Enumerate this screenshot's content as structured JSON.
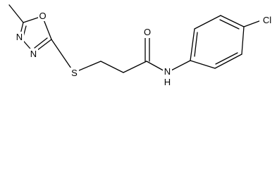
{
  "structure": {
    "colors": {
      "bond": "#000000",
      "background": "#ffffff"
    },
    "atoms": {
      "ring_o": "O",
      "ring_n_upper": "N",
      "ring_n_lower": "N",
      "thioether_s": "S",
      "carbonyl_o": "O",
      "amide_n": "N",
      "amide_h": "H",
      "chlorine": "Cl"
    }
  }
}
